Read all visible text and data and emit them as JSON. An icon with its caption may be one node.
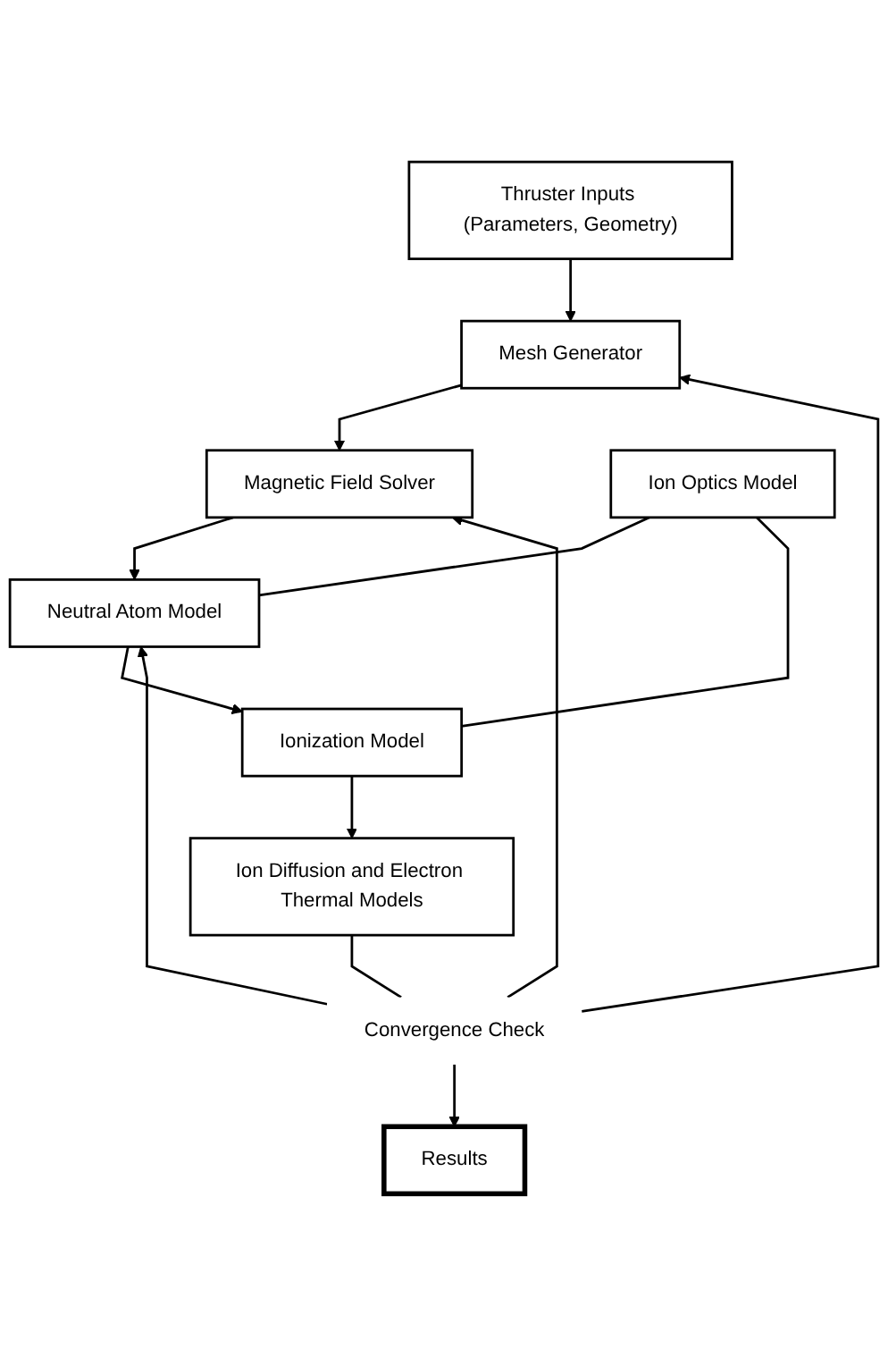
{
  "diagram": {
    "nodes": [
      {
        "text": [
          "Thruster Inputs (Parameters, Geometry)"
        ]
      },
      {
        "text": [
          "Mesh Generator"
        ]
      },
      {
        "text": [
          "Magnetic Field Solver"
        ]
      },
      {
        "text": [
          "Neutral Atom Model"
        ]
      },
      {
        "text": [
          "Ion Optics Model"
        ]
      },
      {
        "text": [
          "Ionization Model"
        ]
      },
      {
        "text": [
          "Ion Diffusion and Electron Thermal Models"
        ]
      },
      {
        "text": [
          "Convergence Check"
        ]
      },
      {
        "text": [
          "Results"
        ]
      }
    ],
    "edges": [
      {
        "from": 0,
        "to": 1,
        "arrow": "to"
      },
      {
        "from": 1,
        "to": 2,
        "arrow": "to"
      },
      {
        "from": 2,
        "to": 3,
        "arrow": "to"
      },
      {
        "from": 3,
        "to": 5,
        "arrow": "to"
      },
      {
        "from": 5,
        "to": 6,
        "arrow": "to"
      },
      {
        "from": 4,
        "to": 3,
        "arrow": "none"
      },
      {
        "from": 4,
        "to": 5,
        "arrow": "none"
      },
      {
        "from": 6,
        "to": 7,
        "arrow": "none"
      },
      {
        "from": 7,
        "to": 8,
        "arrow": "to"
      },
      {
        "from": 7,
        "to": 1,
        "arrow": "to"
      },
      {
        "from": 7,
        "to": 2,
        "arrow": "to"
      },
      {
        "from": 7,
        "to": 3,
        "arrow": "to"
      }
    ]
  }
}
